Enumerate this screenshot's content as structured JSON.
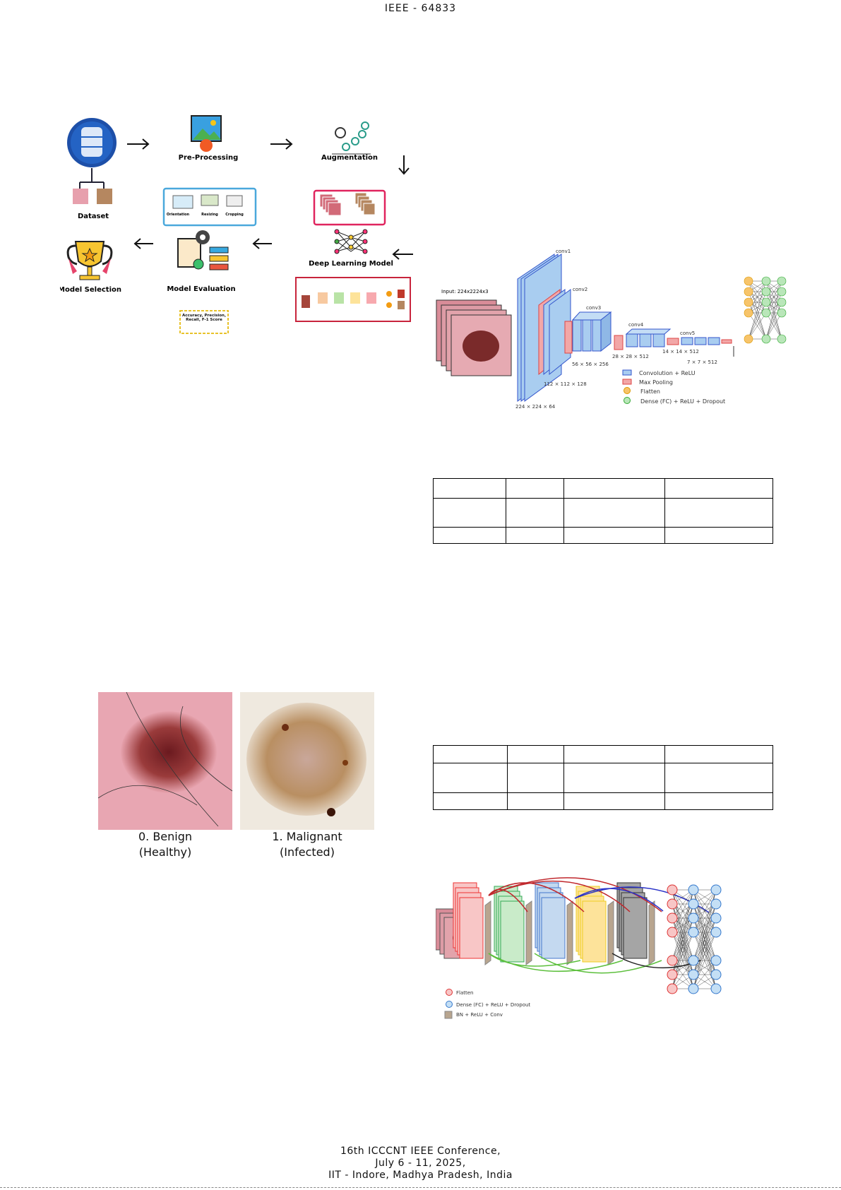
{
  "header": {
    "text": "IEEE - 64833"
  },
  "workflow_figure": {
    "steps": [
      "Dataset",
      "Pre-Processing",
      "Augmentation",
      "Deep Learning Model",
      "Model Evaluation",
      "Model Selection"
    ],
    "preprocessing_items": [
      "Orientation",
      "Resizing",
      "Cropping"
    ],
    "evaluation_metrics": "Accuracy, Precision, Recall, F-1 Score"
  },
  "vgg_figure": {
    "input_label": "Input: 224x2224x3",
    "blocks": [
      "conv1",
      "conv2",
      "conv3",
      "conv4",
      "conv5"
    ],
    "dims": [
      "224 × 224 × 64",
      "112 × 112 × 128",
      "56 × 56 × 256",
      "28 × 28 × 512",
      "14 × 14 × 512",
      "7 × 7 × 512"
    ],
    "legend": [
      "Convolution + ReLU",
      "Max Pooling",
      "Flatten",
      "Dense (FC) + ReLU + Dropout"
    ],
    "colors": {
      "conv": "#a9cdf0",
      "pool": "#f2a7a7",
      "flatten": "#f7c46a",
      "dense": "#b9e6b9"
    }
  },
  "class_figure": {
    "labels": [
      {
        "name": "0. Benign",
        "sub": "(Healthy)"
      },
      {
        "name": "1. Malignant",
        "sub": "(Infected)"
      }
    ]
  },
  "densenet_figure": {
    "legend": [
      "Flatten",
      "Dense (FC) + ReLU + Dropout",
      "BN + ReLU + Conv"
    ],
    "block_colors": [
      "#f8c6c6",
      "#c9ebc9",
      "#c4d9f0",
      "#fde39a",
      "#a5a5a5"
    ]
  },
  "footer": {
    "lines": [
      "16th ICCCNT IEEE Conference,",
      "July 6 - 11, 2025,",
      "IIT - Indore, Madhya Pradesh, India"
    ]
  }
}
